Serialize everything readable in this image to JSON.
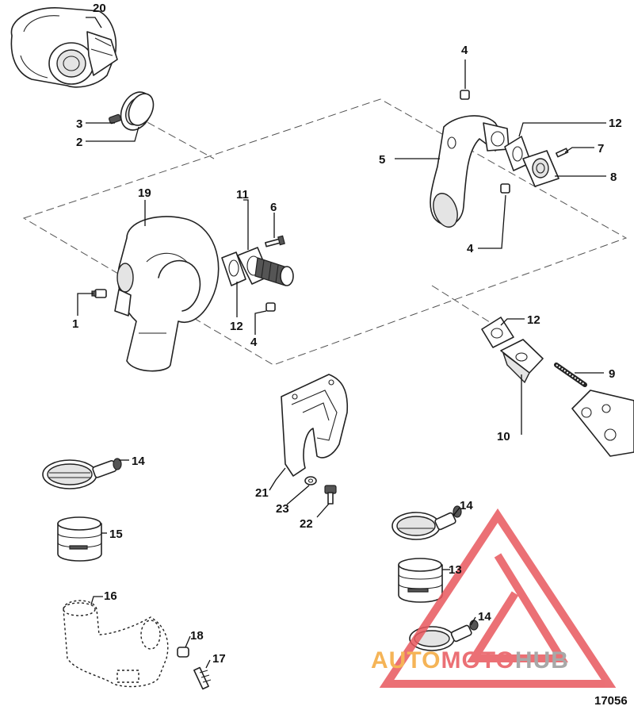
{
  "callouts": {
    "c1": "1",
    "c2": "2",
    "c3": "3",
    "c4a": "4",
    "c4b": "4",
    "c4c": "4",
    "c5": "5",
    "c6": "6",
    "c7": "7",
    "c8": "8",
    "c9": "9",
    "c10": "10",
    "c11": "11",
    "c12a": "12",
    "c12b": "12",
    "c12c": "12",
    "c13": "13",
    "c14a": "14",
    "c14b": "14",
    "c14c": "14",
    "c15": "15",
    "c16": "16",
    "c17": "17",
    "c18": "18",
    "c19": "19",
    "c20": "20",
    "c21": "21",
    "c22": "22",
    "c23": "23"
  },
  "watermark": {
    "word_a": "AUTO",
    "word_b": "MOTO",
    "word_c": "HUB",
    "color_red": "#e8585e",
    "color_orange": "#f4a73a",
    "color_grey": "#9a9a9a"
  },
  "figure_ref": "17056"
}
